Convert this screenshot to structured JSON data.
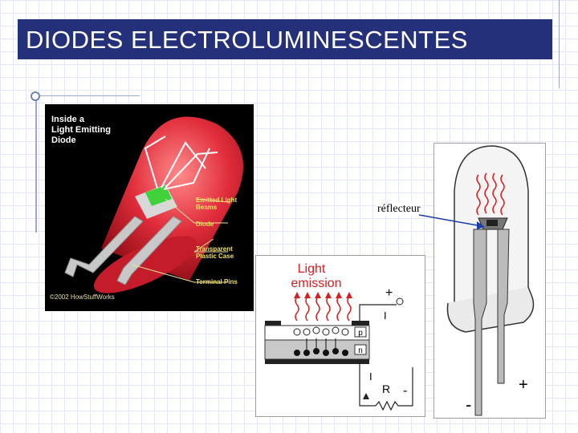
{
  "slide": {
    "title": "DIODES ELECTROLUMINESCENTES"
  },
  "led_photo": {
    "heading_lines": [
      "Inside a",
      "Light Emitting",
      "Diode"
    ],
    "labels": {
      "beams_line1": "Emitted Light",
      "beams_line2": "Beams",
      "diode": "Diode",
      "case_line1": "Transparent",
      "case_line2": "Plastic Case",
      "pins": "Terminal Pins"
    },
    "copyright": "©2002 HowStuffWorks"
  },
  "junction_diagram": {
    "title_line1": "Light",
    "title_line2": "emission",
    "plus": "+",
    "minus": "-",
    "current_top": "I",
    "current_bottom": "I",
    "resistor": "R",
    "layer_p": "p",
    "layer_n": "n"
  },
  "led_drawing": {
    "reflector_label": "réflecteur",
    "plus": "+",
    "minus": "-"
  },
  "colors": {
    "title_bg": "#24307a",
    "emission_red": "#d42020",
    "led_red": "#e02c3a"
  }
}
